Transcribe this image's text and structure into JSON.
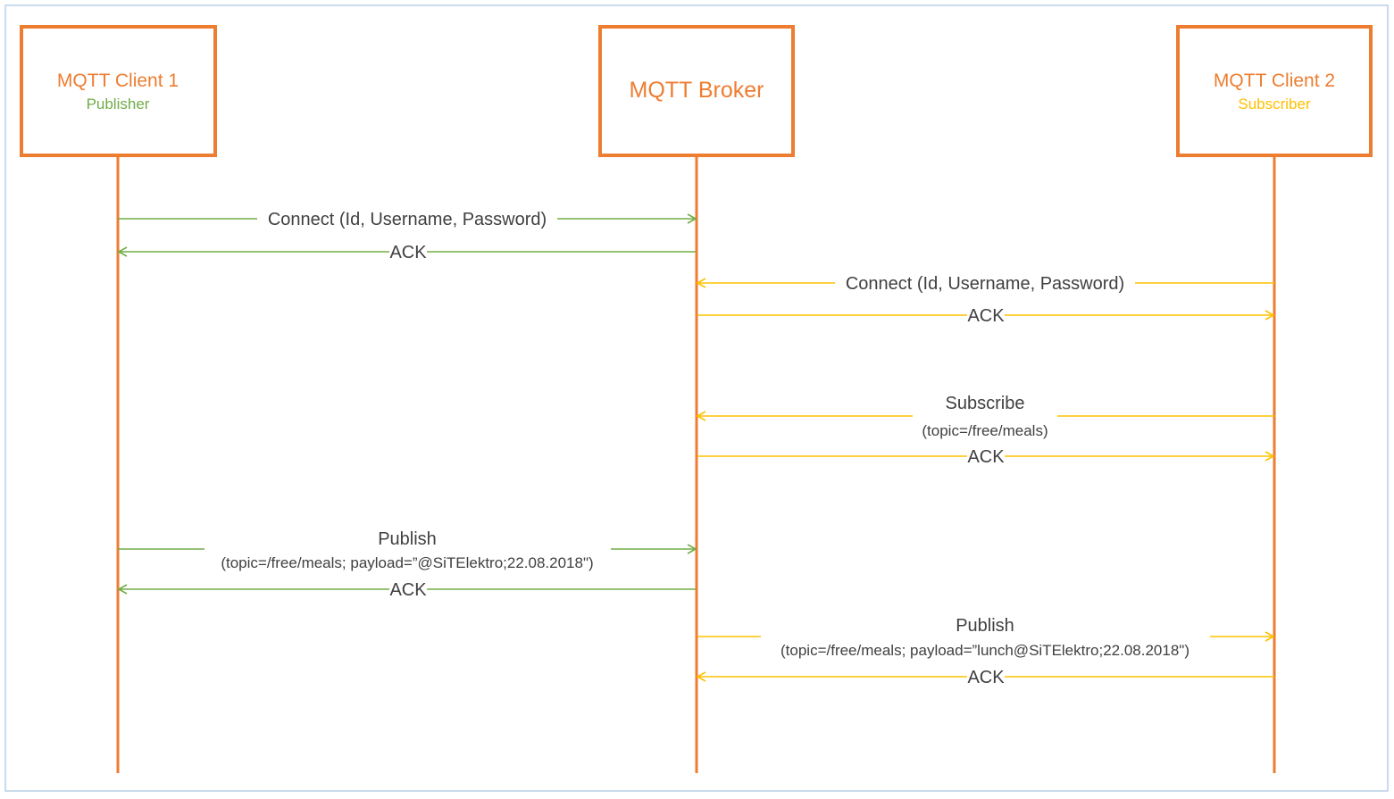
{
  "colors": {
    "actor": "#ed7d31",
    "publisher": "#70ad47",
    "subscriber": "#ffc000",
    "text": "#404040"
  },
  "actors": [
    {
      "id": "client1",
      "name": "MQTT Client 1",
      "role": "Publisher",
      "role_color": "#70ad47"
    },
    {
      "id": "broker",
      "name": "MQTT Broker",
      "role": "",
      "role_color": ""
    },
    {
      "id": "client2",
      "name": "MQTT Client 2",
      "role": "Subscriber",
      "role_color": "#ffc000"
    }
  ],
  "messages": [
    {
      "from": "client1",
      "to": "broker",
      "label": "Connect (Id, Username, Password)",
      "sub": "",
      "color": "#70ad47"
    },
    {
      "from": "broker",
      "to": "client1",
      "label": "ACK",
      "sub": "",
      "color": "#70ad47"
    },
    {
      "from": "client2",
      "to": "broker",
      "label": "Connect (Id, Username, Password)",
      "sub": "",
      "color": "#ffc000"
    },
    {
      "from": "broker",
      "to": "client2",
      "label": "ACK",
      "sub": "",
      "color": "#ffc000"
    },
    {
      "from": "client2",
      "to": "broker",
      "label": "Subscribe",
      "sub": "(topic=/free/meals)",
      "color": "#ffc000"
    },
    {
      "from": "broker",
      "to": "client2",
      "label": "ACK",
      "sub": "",
      "color": "#ffc000"
    },
    {
      "from": "client1",
      "to": "broker",
      "label": "Publish",
      "sub": "(topic=/free/meals; payload=”@SiTElektro;22.08.2018\")",
      "color": "#70ad47"
    },
    {
      "from": "broker",
      "to": "client1",
      "label": "ACK",
      "sub": "",
      "color": "#70ad47"
    },
    {
      "from": "broker",
      "to": "client2",
      "label": "Publish",
      "sub": "(topic=/free/meals; payload=”lunch@SiTElektro;22.08.2018\")",
      "color": "#ffc000"
    },
    {
      "from": "client2",
      "to": "broker",
      "label": "ACK",
      "sub": "",
      "color": "#ffc000"
    }
  ]
}
